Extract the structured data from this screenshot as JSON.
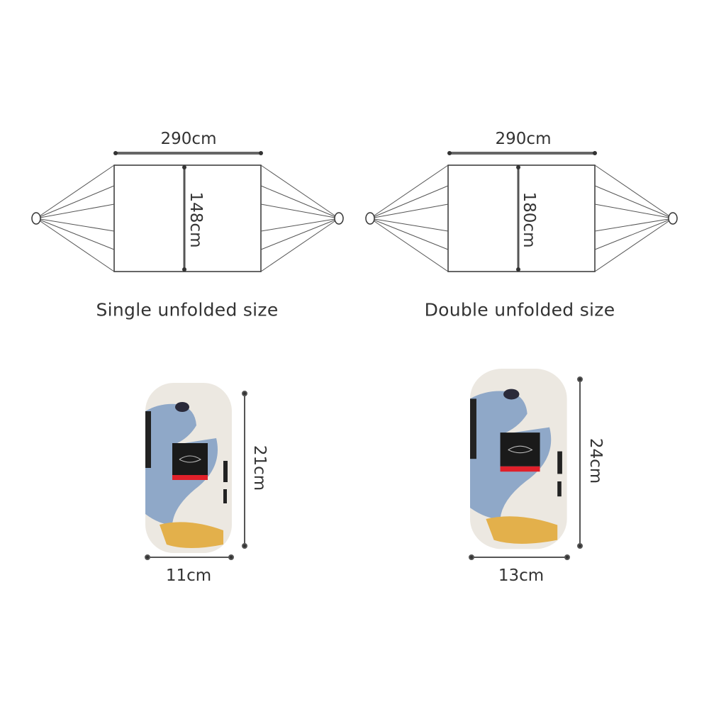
{
  "single": {
    "caption": "Single unfolded size",
    "length": "290cm",
    "width": "148cm",
    "packed_height": "21cm",
    "packed_diameter": "11cm"
  },
  "double": {
    "caption": "Double unfolded size",
    "length": "290cm",
    "width": "180cm",
    "packed_height": "24cm",
    "packed_diameter": "13cm"
  },
  "colors": {
    "line": "#333333",
    "bag_base": "#ece8e1",
    "bag_blue": "#8fa8c8",
    "bag_yellow": "#e3b04b",
    "label_black": "#1a1a1a",
    "label_red": "#e0202a"
  }
}
